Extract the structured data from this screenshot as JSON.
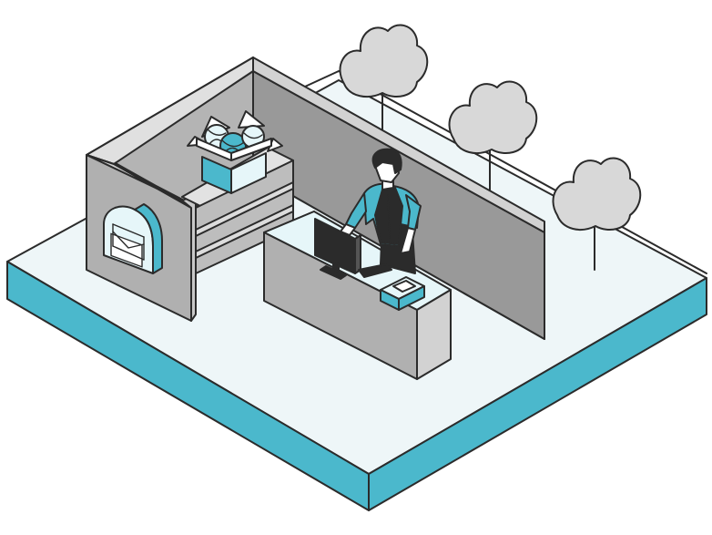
{
  "scene": {
    "kind": "isometric illustration",
    "icons": [
      "isometric-platform",
      "store-wall",
      "shelf-unit",
      "open-box-icon",
      "mailbox-icon",
      "checkout-counter",
      "computer-monitor-icon",
      "cash-register-icon",
      "shopkeeper-figure",
      "tree-icon",
      "tree-icon",
      "tree-icon",
      "fence-rail"
    ]
  },
  "colors": {
    "accent": "#4bb8cc",
    "accent_light": "#e6f6f9",
    "wall_dark": "#999999",
    "wall_mid": "#b0b0b0",
    "wall_light": "#d2d2d2",
    "tree": "#d8d8d8",
    "platform_top": "#eef6f8",
    "outline": "#2b2b2b"
  }
}
